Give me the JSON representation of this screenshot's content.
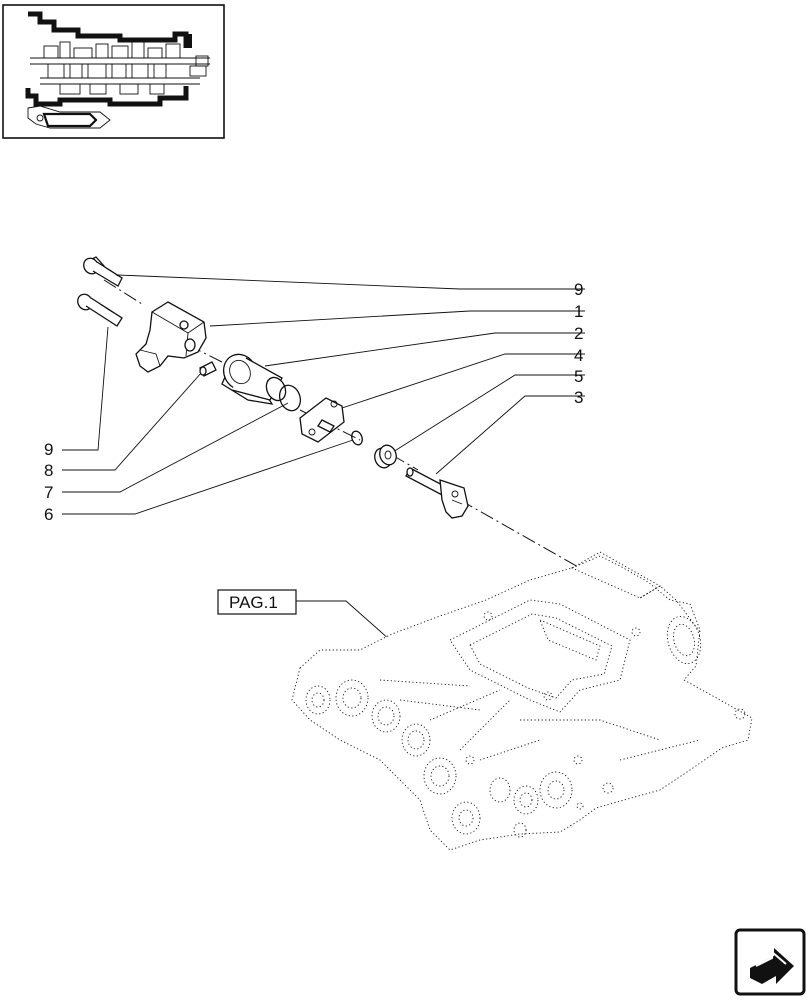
{
  "thumbnail": {
    "icon": "gearbox-section-thumbnail"
  },
  "callouts": [
    {
      "id": "c9a",
      "text": "9"
    },
    {
      "id": "c1",
      "text": "1"
    },
    {
      "id": "c2",
      "text": "2"
    },
    {
      "id": "c4",
      "text": "4"
    },
    {
      "id": "c5",
      "text": "5"
    },
    {
      "id": "c3",
      "text": "3"
    },
    {
      "id": "c9b",
      "text": "9"
    },
    {
      "id": "c8",
      "text": "8"
    },
    {
      "id": "c7",
      "text": "7"
    },
    {
      "id": "c6",
      "text": "6"
    }
  ],
  "reference": {
    "label": "PAG.1"
  },
  "nav": {
    "icon": "next-page-arrow-icon"
  }
}
